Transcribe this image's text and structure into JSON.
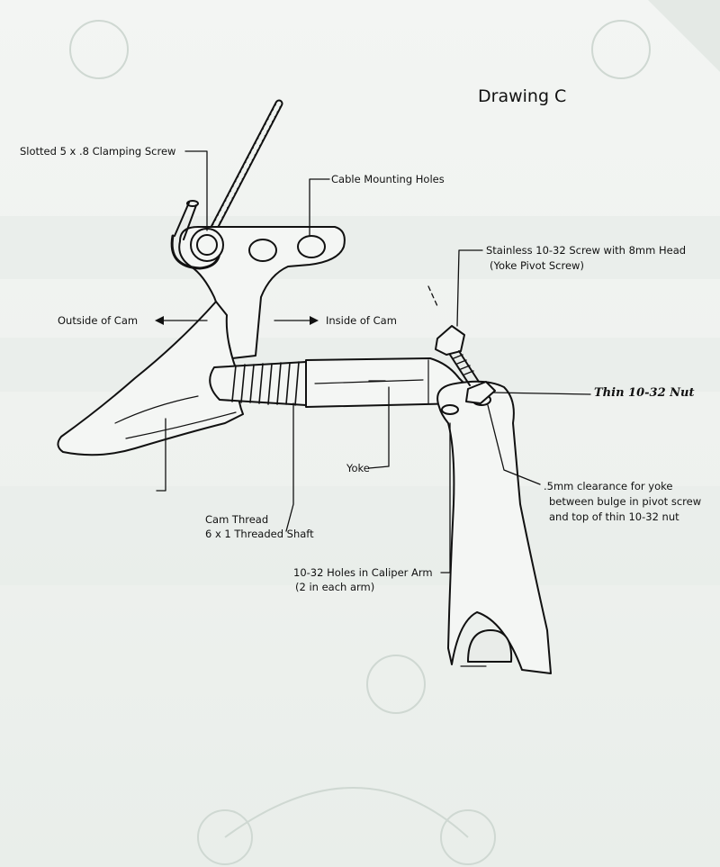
{
  "title": "Drawing C",
  "labels": {
    "clamping_screw": "Slotted 5 x .8 Clamping Screw",
    "cable_holes": "Cable Mounting Holes",
    "pivot_screw_1": "Stainless 10-32 Screw with 8mm Head",
    "pivot_screw_2": "(Yoke Pivot Screw)",
    "outside_cam": "Outside of Cam",
    "inside_cam": "Inside of Cam",
    "thin_nut": "Thin 10-32 Nut",
    "yoke": "Yoke",
    "clearance_1": ".5mm clearance for yoke",
    "clearance_2": "between bulge in pivot screw",
    "clearance_3": "and top of thin 10-32 nut",
    "cam_thread_1": "Cam Thread",
    "cam_thread_2": "6 x 1 Threaded Shaft",
    "holes_1": "10-32 Holes in Caliper Arm",
    "holes_2": "(2 in each arm)"
  },
  "colors": {
    "ink": "#111111",
    "paper": "#eef2ef",
    "bleed": "#c9d3cd"
  }
}
